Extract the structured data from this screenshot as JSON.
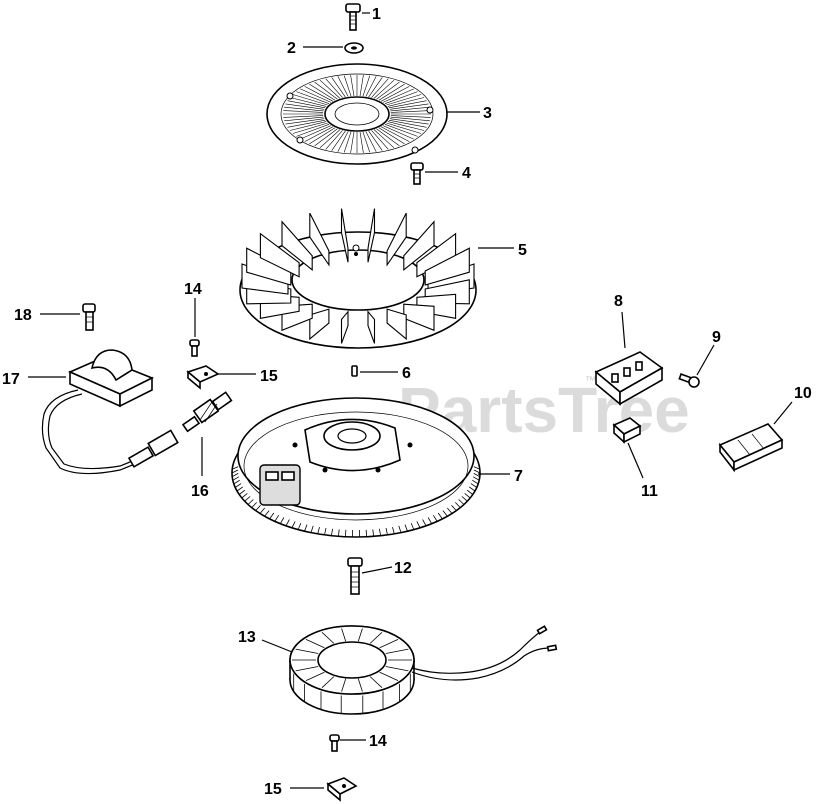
{
  "watermark": {
    "brand": "PartsTree",
    "tm": "™"
  },
  "parts": [
    {
      "number": "1",
      "icon": "screw-icon"
    },
    {
      "number": "2",
      "icon": "washer-icon"
    },
    {
      "number": "3",
      "icon": "screen-disc-icon"
    },
    {
      "number": "4",
      "icon": "screw-icon"
    },
    {
      "number": "5",
      "icon": "fan-icon"
    },
    {
      "number": "6",
      "icon": "key-icon"
    },
    {
      "number": "7",
      "icon": "flywheel-icon"
    },
    {
      "number": "8",
      "icon": "rectifier-icon"
    },
    {
      "number": "9",
      "icon": "screw-icon"
    },
    {
      "number": "10",
      "icon": "connector-icon"
    },
    {
      "number": "11",
      "icon": "connector-icon"
    },
    {
      "number": "12",
      "icon": "bolt-icon"
    },
    {
      "number": "13",
      "icon": "stator-icon"
    },
    {
      "number": "14",
      "icon": "screw-icon"
    },
    {
      "number": "15",
      "icon": "clip-icon"
    },
    {
      "number": "16",
      "icon": "plug-icon"
    },
    {
      "number": "17",
      "icon": "ignition-module-icon"
    },
    {
      "number": "18",
      "icon": "screw-icon"
    }
  ]
}
